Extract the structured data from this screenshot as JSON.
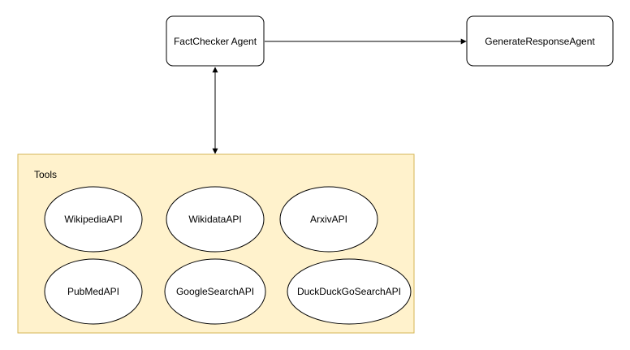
{
  "agents": {
    "factchecker": "FactChecker Agent",
    "generate_response": "GenerateResponseAgent"
  },
  "tools_group": {
    "title": "Tools",
    "fill": "#fff2cc",
    "stroke": "#d6b656",
    "items": [
      "WikipediaAPI",
      "WikidataAPI",
      "ArxivAPI",
      "PubMedAPI",
      "GoogleSearchAPI",
      "DuckDuckGoSearchAPI"
    ]
  },
  "colors": {
    "node_fill": "#ffffff",
    "node_stroke": "#000000",
    "edge": "#000000"
  }
}
